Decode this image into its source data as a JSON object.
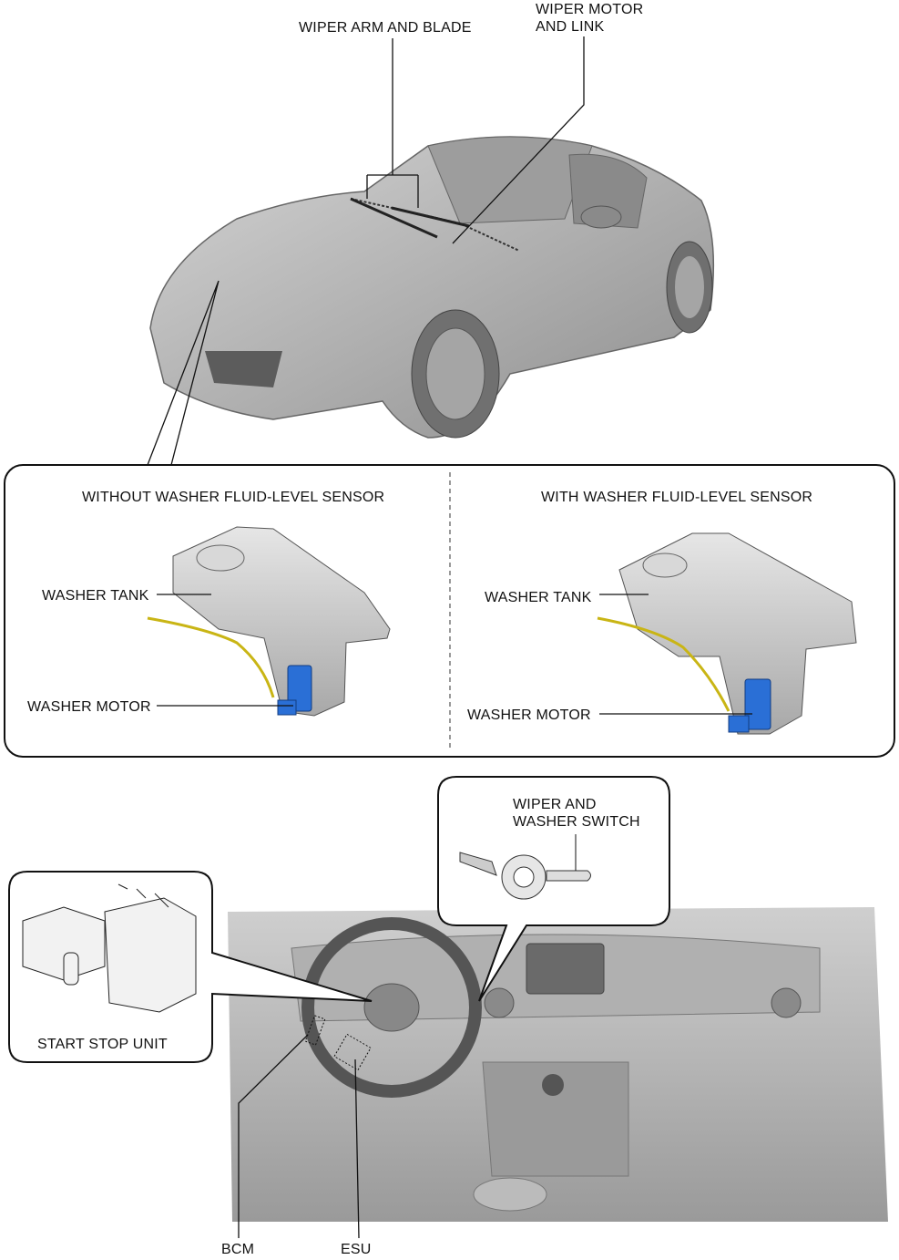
{
  "labels": {
    "wiper_arm_blade": "WIPER ARM AND BLADE",
    "wiper_motor_link_1": "WIPER MOTOR",
    "wiper_motor_link_2": "AND LINK",
    "without_sensor": "WITHOUT WASHER FLUID-LEVEL SENSOR",
    "with_sensor": "WITH WASHER FLUID-LEVEL SENSOR",
    "washer_tank_left": "WASHER TANK",
    "washer_motor_left": "WASHER MOTOR",
    "washer_tank_right": "WASHER TANK",
    "washer_motor_right": "WASHER MOTOR",
    "wiper_switch_1": "WIPER AND",
    "wiper_switch_2": "WASHER SWITCH",
    "start_stop_unit": "START STOP UNIT",
    "bcm": "BCM",
    "esu": "ESU"
  },
  "colors": {
    "body_grey": "#b8b8b8",
    "motor_blue": "#2a6fd6",
    "hose_yellow": "#d6c21a"
  }
}
